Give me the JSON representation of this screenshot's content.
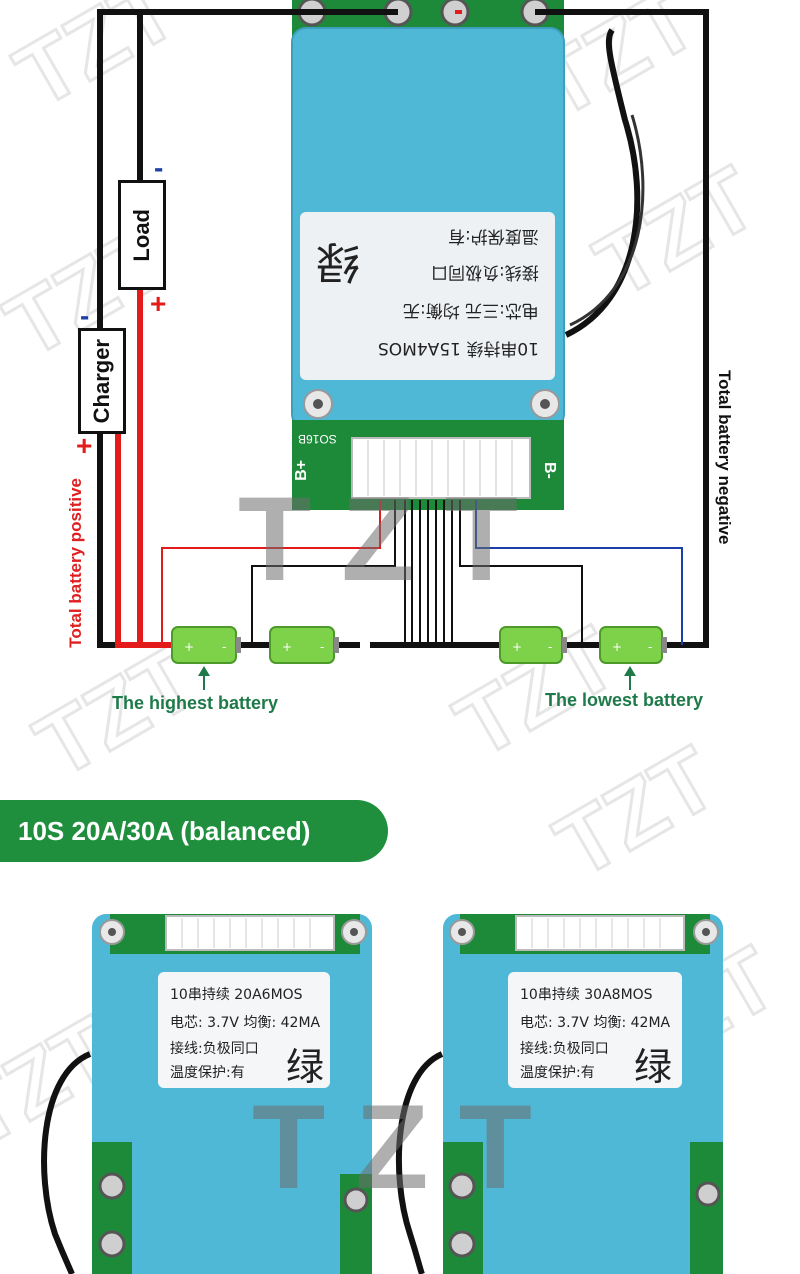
{
  "labels": {
    "total_positive": "Total battery positive",
    "total_negative": "Total battery negative",
    "highest_battery": "The highest battery",
    "lowest_battery": "The lowest battery",
    "charger": "Charger",
    "load": "Load",
    "plus": "+",
    "minus": "-",
    "bplus": "B+",
    "bminus": "B-",
    "board_code": "SO16B"
  },
  "top_board_sticker": {
    "line1": "10串持续 15A4MOS",
    "line2": "电芯:三元 均衡:无",
    "line3": "接线:负极同口",
    "line4": "温度保护:有",
    "mark": "绿"
  },
  "banner": {
    "text": "10S 20A/30A (balanced)"
  },
  "board_left": {
    "line1": "10串持续 20A6MOS",
    "line2": "电芯: 3.7V 均衡: 42MA",
    "line3": "接线:负极同口",
    "line4": "温度保护:有",
    "mark": "绿"
  },
  "board_right": {
    "line1": "10串持续 30A8MOS",
    "line2": "电芯: 3.7V 均衡: 42MA",
    "line3": "接线:负极同口",
    "line4": "温度保护:有",
    "mark": "绿"
  },
  "watermark": {
    "text": "TZT"
  },
  "colors": {
    "board_blue": "#4fb8d6",
    "pcb_green": "#1d8a3a",
    "wire_red": "#e31b1b",
    "wire_black": "#111111",
    "wire_blue": "#1c3fa8",
    "label_red": "#e02020",
    "label_green": "#1f7a4a",
    "battery_green": "#7ed24a"
  }
}
